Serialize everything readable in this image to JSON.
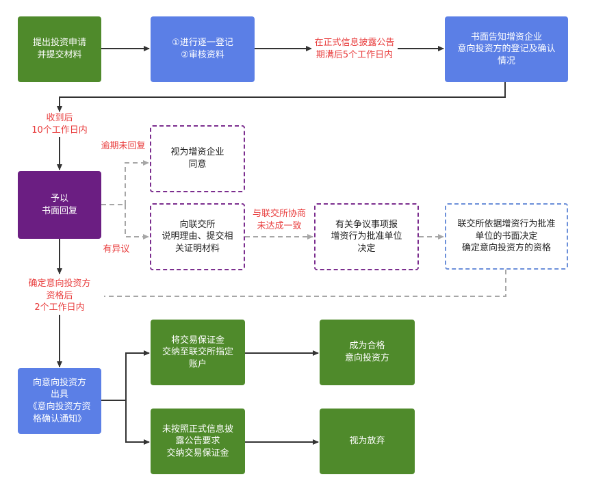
{
  "nodes": {
    "submit": "提出投资申请\n并提交材料",
    "register": "①进行逐一登记\n②审核资料",
    "notify": "书面告知增资企业\n意向投资方的登记及确认\n情况",
    "reply": "予以\n书面回复",
    "agree": "视为增资企业\n同意",
    "explain": "向联交所\n说明理由、提交相\n关证明材料",
    "dispute": "有关争议事项报\n增资行为批准单位\n决定",
    "decide": "联交所依据增资行为批准\n单位的书面决定\n确定意向投资方的资格",
    "issue": "向意向投资方\n出具\n《意向投资方资\n格确认通知》",
    "deposit": "将交易保证金\n交纳至联交所指定\n账户",
    "qualified": "成为合格\n意向投资方",
    "not_paid": "未按照正式信息披\n露公告要求\n交纳交易保证金",
    "abandon": "视为放弃"
  },
  "labels": {
    "period": "在正式信息披露公告\n期满后5个工作日内",
    "after_receipt": "收到后\n10个工作日内",
    "overdue": "逾期未回复",
    "objection": "有异议",
    "negotiate": "与联交所协商\n未达成一致",
    "after_confirm": "确定意向投资方\n资格后\n2个工作日内"
  },
  "colors": {
    "green": "#4f8a2b",
    "blue": "#5b7fe6",
    "purple": "#6b1e82",
    "red_text": "#e83b3b",
    "solid_arrow": "#333333",
    "dashed_arrow": "#a6a6a6"
  }
}
